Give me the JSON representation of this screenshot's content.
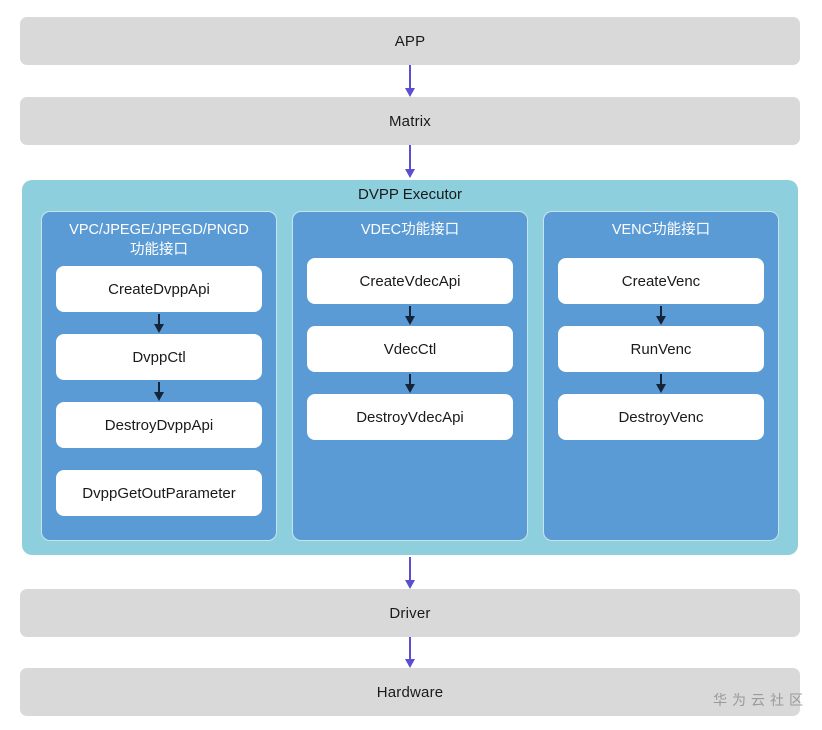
{
  "diagram": {
    "top_layers": [
      {
        "id": "app",
        "label": "APP"
      },
      {
        "id": "matrix",
        "label": "Matrix"
      }
    ],
    "bottom_layers": [
      {
        "id": "driver",
        "label": "Driver"
      },
      {
        "id": "hardware",
        "label": "Hardware"
      }
    ],
    "dvpp": {
      "title": "DVPP Executor",
      "columns": [
        {
          "id": "vpc",
          "title": "VPC/JPEGE/JPEGD/PNGD 功能接口",
          "title_line1": "VPC/JPEGE/JPEGD/PNGD",
          "title_line2": "功能接口",
          "nodes": [
            {
              "label": "CreateDvppApi",
              "arrow_after": true
            },
            {
              "label": "DvppCtl",
              "arrow_after": true
            },
            {
              "label": "DestroyDvppApi",
              "arrow_after": false
            },
            {
              "label": "DvppGetOutParameter",
              "arrow_after": false
            }
          ]
        },
        {
          "id": "vdec",
          "title": "VDEC功能接口",
          "title_line1": "VDEC功能接口",
          "title_line2": "",
          "nodes": [
            {
              "label": "CreateVdecApi",
              "arrow_after": true
            },
            {
              "label": "VdecCtl",
              "arrow_after": true
            },
            {
              "label": "DestroyVdecApi",
              "arrow_after": false
            }
          ]
        },
        {
          "id": "venc",
          "title": "VENC功能接口",
          "title_line1": "VENC功能接口",
          "title_line2": "",
          "nodes": [
            {
              "label": "CreateVenc",
              "arrow_after": true
            },
            {
              "label": "RunVenc",
              "arrow_after": true
            },
            {
              "label": "DestroyVenc",
              "arrow_after": false
            }
          ]
        }
      ]
    },
    "watermark": "华为云社区",
    "colors": {
      "layer_bar": "#d9d9d9",
      "connector_arrow": "#5b4fd0",
      "dvpp_container": "#8ecfdd",
      "column_panel": "#5b9bd5",
      "node_box": "#ffffff",
      "node_arrow": "#16243a",
      "text": "#1a1a1a",
      "column_title_text": "#ffffff",
      "watermark_text": "#9a9a9a"
    }
  }
}
